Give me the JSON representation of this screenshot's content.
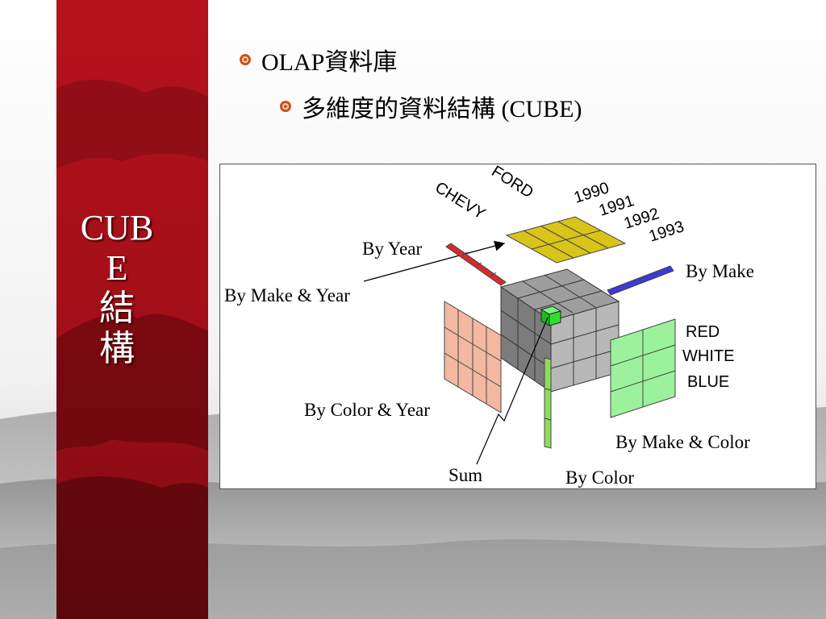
{
  "sidebar": {
    "title_lines": [
      "CUB",
      "E",
      "結",
      "構"
    ]
  },
  "content": {
    "bullet1": "OLAP資料庫",
    "bullet2": "多維度的資料結構 (CUBE)"
  },
  "figure": {
    "car_makes": [
      "CHEVY",
      "FORD"
    ],
    "years": [
      "1990",
      "1991",
      "1992",
      "1993"
    ],
    "colors": [
      "RED",
      "WHITE",
      "BLUE"
    ],
    "labels": {
      "by_year": "By Year",
      "by_make_year": "By Make & Year",
      "by_make": "By Make",
      "by_color_year": "By Color & Year",
      "by_make_color": "By Make & Color",
      "sum": "Sum",
      "by_color": "By Color"
    },
    "colors_hex": {
      "top_slab": "#d9c41a",
      "make_bar": "#3a3ad8",
      "year_bar": "#d82a2a",
      "color_year_slab": "#f4b8a0",
      "make_color_slab": "#9cf29c",
      "sum_cube": "#2ee02e",
      "color_bar": "#8fdc5c",
      "sidebar_red": "#b3101c"
    }
  }
}
